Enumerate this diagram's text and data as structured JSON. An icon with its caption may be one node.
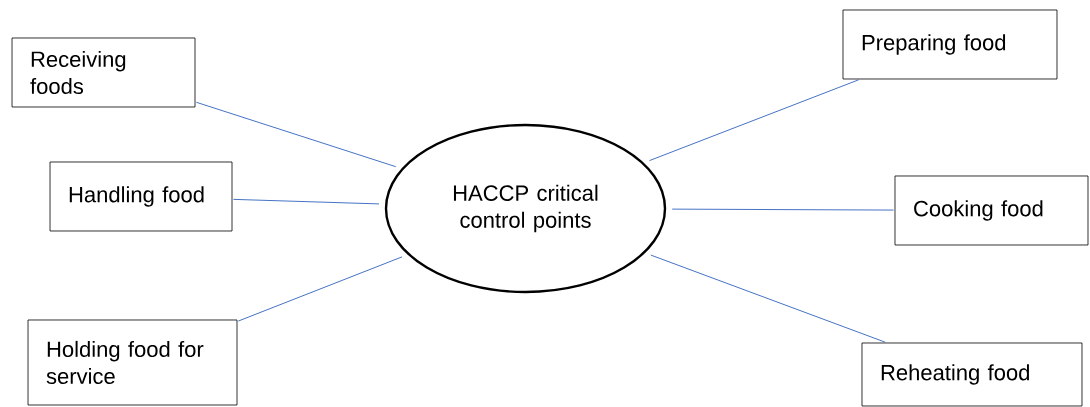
{
  "diagram": {
    "nodes": [
      {
        "text": [
          "HACCP critical control points"
        ]
      },
      {
        "text": [
          "Receiving foods"
        ]
      },
      {
        "text": [
          "Handling food"
        ]
      },
      {
        "text": [
          "Holding food for service"
        ]
      },
      {
        "text": [
          "Preparing food"
        ]
      },
      {
        "text": [
          "Cooking food"
        ]
      },
      {
        "text": [
          "Reheating food"
        ]
      }
    ],
    "edges": [
      {
        "from": 1,
        "to": 0,
        "arrow": "none"
      },
      {
        "from": 2,
        "to": 0,
        "arrow": "none"
      },
      {
        "from": 3,
        "to": 0,
        "arrow": "none"
      },
      {
        "from": 4,
        "to": 0,
        "arrow": "none"
      },
      {
        "from": 5,
        "to": 0,
        "arrow": "none"
      },
      {
        "from": 6,
        "to": 0,
        "arrow": "none"
      }
    ]
  }
}
